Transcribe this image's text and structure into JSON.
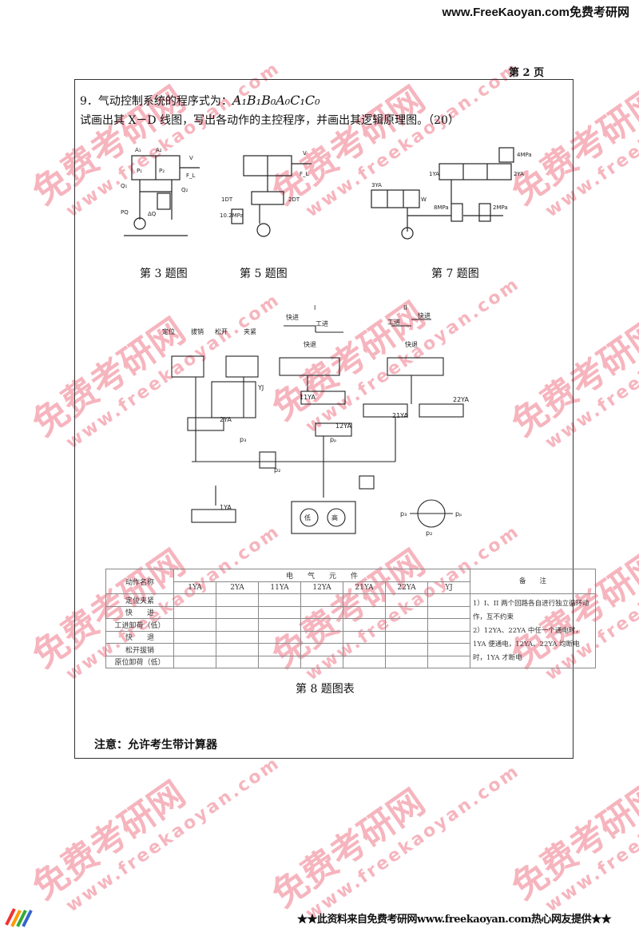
{
  "header": {
    "site": "www.FreeKaoyan.com免费考研网",
    "page": "第 2 页"
  },
  "question": {
    "line1_prefix": "9．气动控制系统的程序式为：",
    "formula": "A₁B₁B₀A₀C₁C₀",
    "line2": "试画出其 X－D 线图，写出各动作的主控程序，并画出其逻辑原理图。（20）"
  },
  "figures": {
    "fig3": {
      "caption": "第 3 题图",
      "labels": [
        "A₁",
        "A₂",
        "V",
        "P₁",
        "P₂",
        "F_L",
        "Q₁",
        "Q₂",
        "PQ",
        "ΔQ"
      ]
    },
    "fig5": {
      "caption": "第 5 题图",
      "labels": [
        "V",
        "F_L",
        "1DT",
        "2DT",
        "10.2MPa"
      ]
    },
    "fig7": {
      "caption": "第 7 题图",
      "labels": [
        "3YA",
        "W",
        "1YA",
        "2YA",
        "4MPa",
        "8MPa",
        "2MPa"
      ]
    },
    "fig8": {
      "labels": {
        "I": "I",
        "II": "II",
        "kuaijin": "快进",
        "gongjin": "工进",
        "kuaitui": "快退",
        "dingwei": "定位",
        "baxiao": "拔销",
        "songkai": "松开",
        "jiajin": "夹紧",
        "yj": "YJ",
        "ya11": "11YA",
        "ya12": "12YA",
        "ya21": "21YA",
        "ya22": "22YA",
        "ya2": "2YA",
        "ya1": "1YA",
        "p3": "p₃",
        "p2": "p₂",
        "pp": "pₚ",
        "di": "低",
        "gao": "高"
      }
    }
  },
  "table": {
    "header_action": "动作名称",
    "header_group": "电　　气　　元　　件",
    "header_note": "备　　注",
    "columns": [
      "1YA",
      "2YA",
      "11YA",
      "12YA",
      "21YA",
      "22YA",
      "YJ"
    ],
    "rows": [
      "定位夹紧",
      "快　　进",
      "工进卸荷（低）",
      "快　　退",
      "松开拔销",
      "原位卸荷（低）"
    ],
    "note1": "1）I、II 两个回路各自进行独立循环动作，互不约束",
    "note2": "2）12YA、22YA 中任一个通电时，1YA 便通电，12YA、22YA 均断电时，1YA 才断电",
    "caption": "第 8 题图表"
  },
  "note": "注意：允许考生带计算器",
  "footer": "★★此资料来自免费考研网www.freekaoyan.com热心网友提供★★",
  "watermark": {
    "cn": "免费考研网",
    "en": "www.freekaoyan.com"
  }
}
